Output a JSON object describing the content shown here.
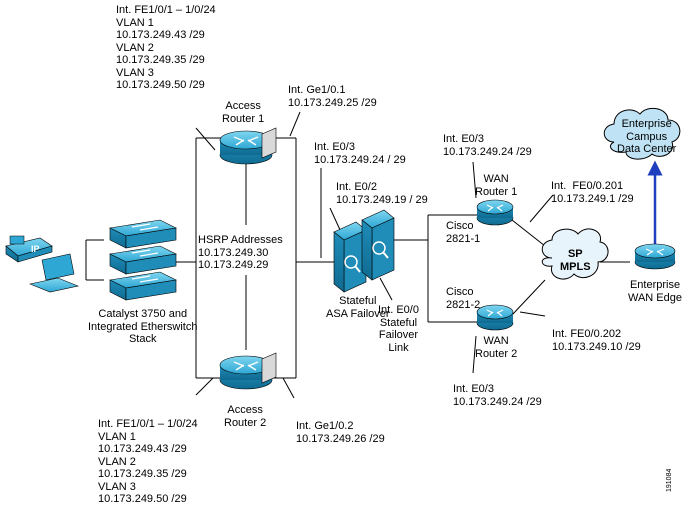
{
  "labels": {
    "top_left_block": "Int. FE1/0/1 – 1/0/24\nVLAN 1\n10.173.249.43 /29\nVLAN 2\n10.173.249.35 /29\nVLAN 3\n10.173.249.50 /29",
    "bottom_left_block": "Int. FE1/0/1 – 1/0/24\nVLAN 1\n10.173.249.43 /29\nVLAN 2\n10.173.249.35 /29\nVLAN 3\n10.173.249.50 /29",
    "access_router_1": "Access\nRouter 1",
    "access_router_2": "Access\nRouter 2",
    "int_ge101": "Int. Ge1/0.1\n10.173.249.25 /29",
    "int_ge102": "Int. Ge1/0.2\n10.173.249.26 /29",
    "hsrp": "HSRP Addresses\n10.173.249.30\n10.173.249.29",
    "catalyst": "Catalyst 3750 and\nIntegrated Etherswitch\nStack",
    "int_e03_left": "Int. E0/3\n10.173.249.24 / 29",
    "int_e02": "Int. E0/2\n10.173.249.19 / 29",
    "stateful_asa": "Stateful\nASA Failover",
    "int_e00": "Int. E0/0\nStateful\nFailover\nLink",
    "int_e03_top": "Int. E0/3\n10.173.249.24 /29",
    "int_e03_bottom": "Int. E0/3\n10.173.249.24 /29",
    "wan_router_1": "WAN\nRouter 1",
    "wan_router_2": "WAN\nRouter 2",
    "cisco_1": "Cisco\n2821-1",
    "cisco_2": "Cisco\n2821-2",
    "int_fe0201": "Int.  FE0/0.201\n10.173.249.1 /29",
    "int_fe0202": "Int. FE0/0.202\n10.173.249.10 /29",
    "sp_mpls": "SP\nMPLS",
    "enterprise_campus": "Enterprise\nCampus\nData Center",
    "enterprise_wan": "Enterprise\nWAN Edge",
    "figure_id": "191084",
    "ip_phone": "IP"
  }
}
